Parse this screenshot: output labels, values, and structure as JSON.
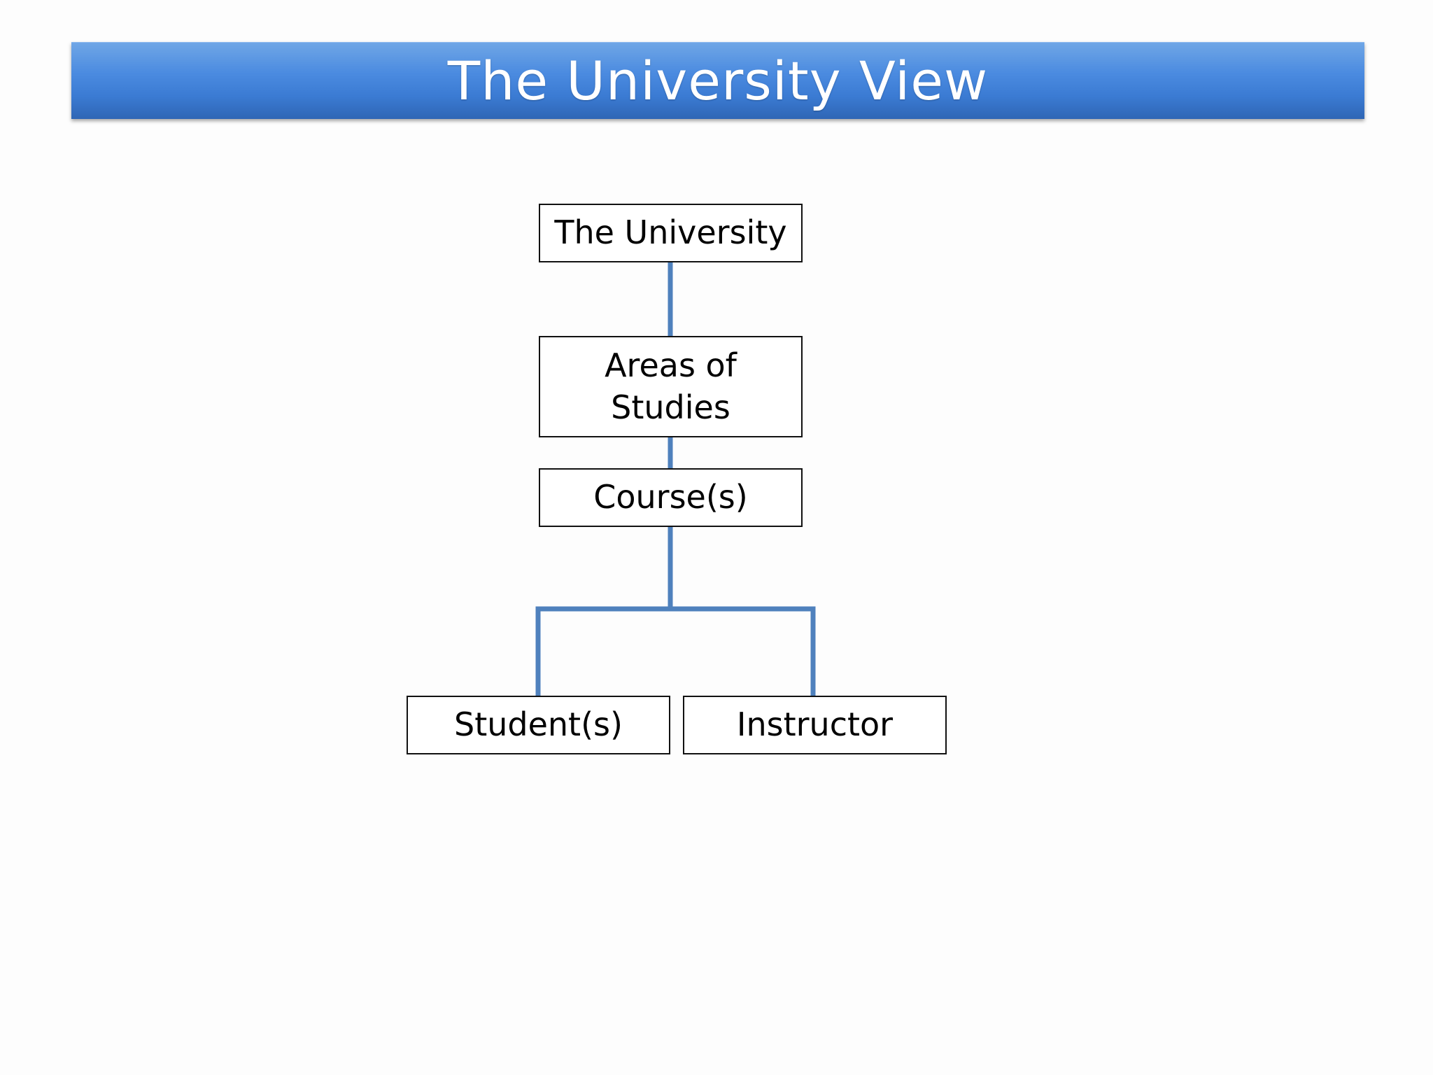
{
  "slide": {
    "title": "The University View"
  },
  "diagram": {
    "nodes": {
      "university": "The University",
      "areas": "Areas of\nStudies",
      "courses": "Course(s)",
      "students": "Student(s)",
      "instructor": "Instructor"
    },
    "edges": [
      [
        "university",
        "areas"
      ],
      [
        "areas",
        "courses"
      ],
      [
        "courses",
        "students"
      ],
      [
        "courses",
        "instructor"
      ]
    ]
  },
  "colors": {
    "title_bar": "#3b7bd3",
    "title_text": "#ffffff",
    "connector": "#4f81bd",
    "box_border": "#111111"
  }
}
